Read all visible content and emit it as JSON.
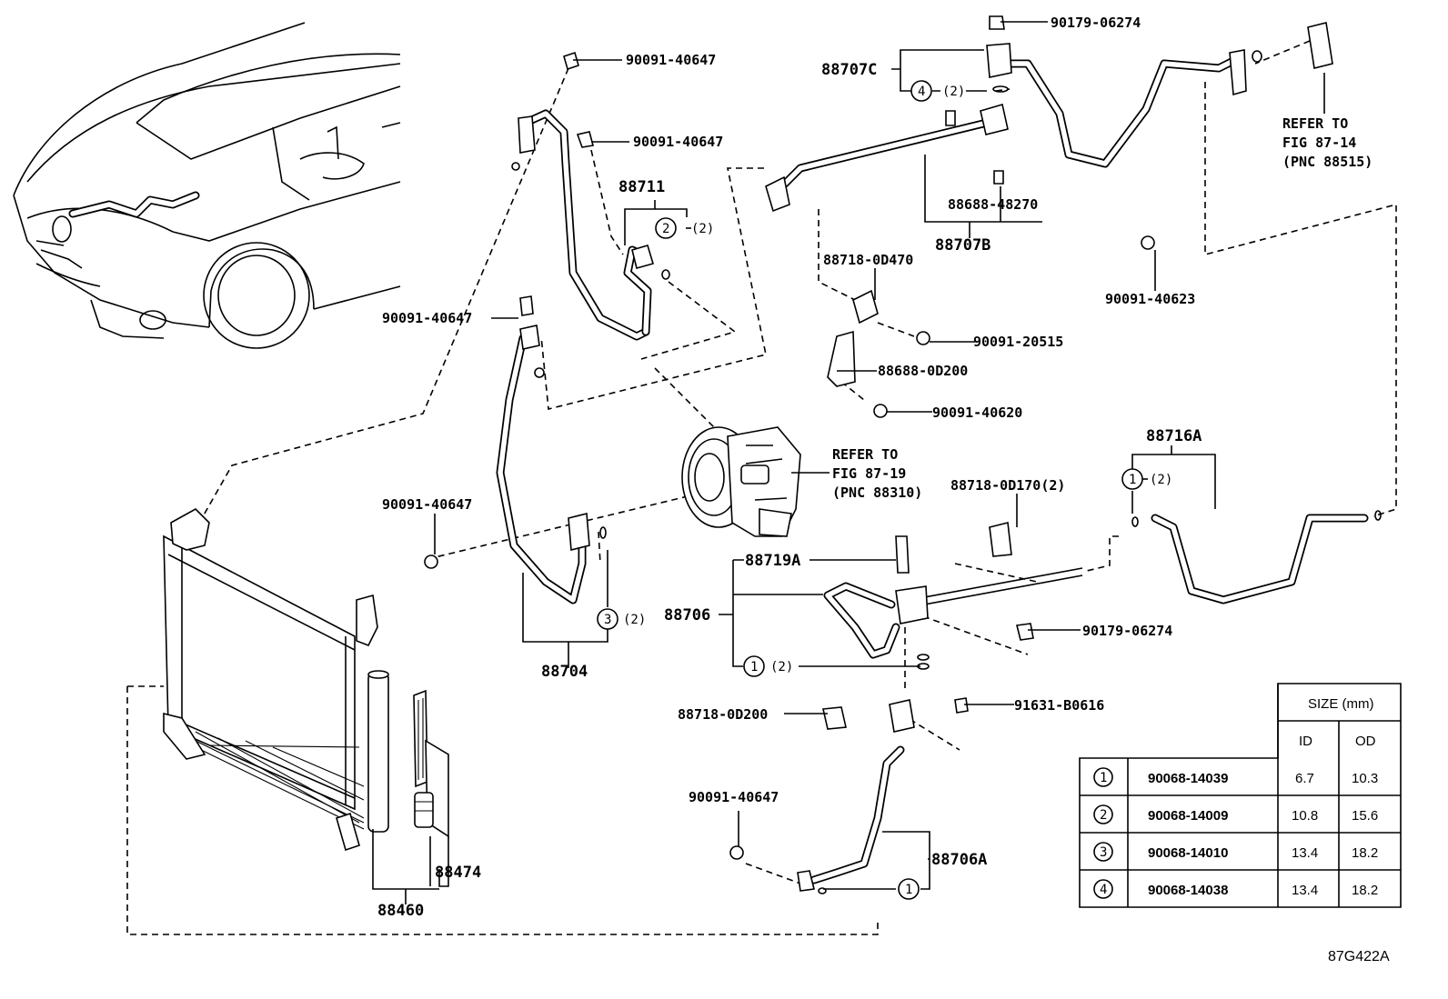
{
  "callouts": {
    "p_90179_06274_top": "90179-06274",
    "p_88707C": "88707C",
    "p_90091_40647_a": "90091-40647",
    "p_90091_40647_b": "90091-40647",
    "p_88711": "88711",
    "p_88688_48270": "88688-48270",
    "p_88707B": "88707B",
    "p_88718_0D470": "88718-0D470",
    "p_90091_20515": "90091-20515",
    "p_88688_0D200": "88688-0D200",
    "p_90091_40620": "90091-40620",
    "p_90091_40623": "90091-40623",
    "p_90091_40647_c": "90091-40647",
    "p_90091_40647_d": "90091-40647",
    "p_88716A": "88716A",
    "p_88718_0D170": "88718-0D170(2)",
    "p_88719A": "88719A",
    "p_88706": "88706",
    "p_90179_06274_mid": "90179-06274",
    "p_88704": "88704",
    "p_88718_0D200": "88718-0D200",
    "p_91631_B0616": "91631-B0616",
    "p_90091_40647_e": "90091-40647",
    "p_88706A": "88706A",
    "p_88474": "88474",
    "p_88460": "88460",
    "qty_2": "(2)"
  },
  "refers": {
    "ref_88515_l1": "REFER TO",
    "ref_88515_l2": "FIG 87-14",
    "ref_88515_l3": "(PNC 88515)",
    "ref_88310_l1": "REFER TO",
    "ref_88310_l2": "FIG 87-19",
    "ref_88310_l3": "(PNC 88310)"
  },
  "circles": {
    "c1": "1",
    "c2": "2",
    "c3": "3",
    "c4": "4"
  },
  "size_table": {
    "title": "SIZE (mm)",
    "col_id": "ID",
    "col_od": "OD",
    "rows": [
      {
        "num": "1",
        "part": "90068-14039",
        "id": "6.7",
        "od": "10.3"
      },
      {
        "num": "2",
        "part": "90068-14009",
        "id": "10.8",
        "od": "15.6"
      },
      {
        "num": "3",
        "part": "90068-14010",
        "id": "13.4",
        "od": "18.2"
      },
      {
        "num": "4",
        "part": "90068-14038",
        "id": "13.4",
        "od": "18.2"
      }
    ]
  },
  "figure_code": "87G422A"
}
